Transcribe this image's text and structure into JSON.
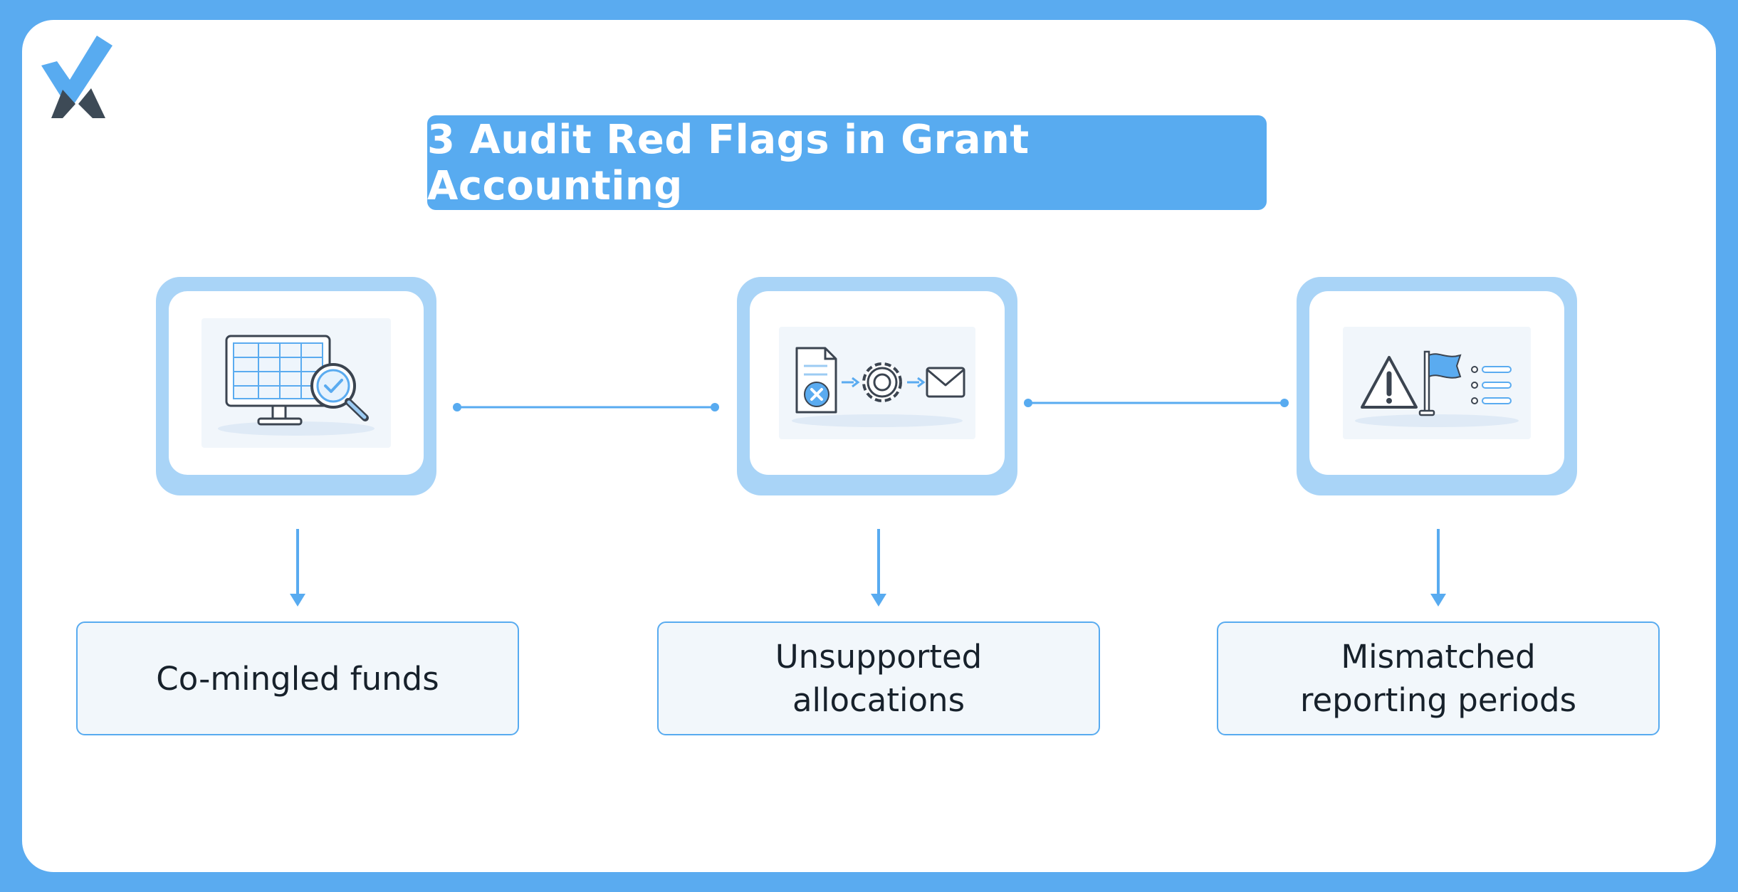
{
  "title": "3 Audit Red Flags in Grant Accounting",
  "colors": {
    "background": "#5aabf0",
    "accent": "#58abf0",
    "frame": "#a9d4f7",
    "label_fill": "#f2f7fb",
    "text": "#17212b"
  },
  "logo": {
    "icon": "checkmark-x-logo-icon"
  },
  "steps": [
    {
      "icon": "monitor-spreadsheet-magnifier-icon",
      "label_lines": [
        "Co-mingled funds"
      ]
    },
    {
      "icon": "document-gear-envelope-icon",
      "label_lines": [
        "Unsupported",
        "allocations"
      ]
    },
    {
      "icon": "warning-flag-list-icon",
      "label_lines": [
        "Mismatched",
        "reporting periods"
      ]
    }
  ]
}
